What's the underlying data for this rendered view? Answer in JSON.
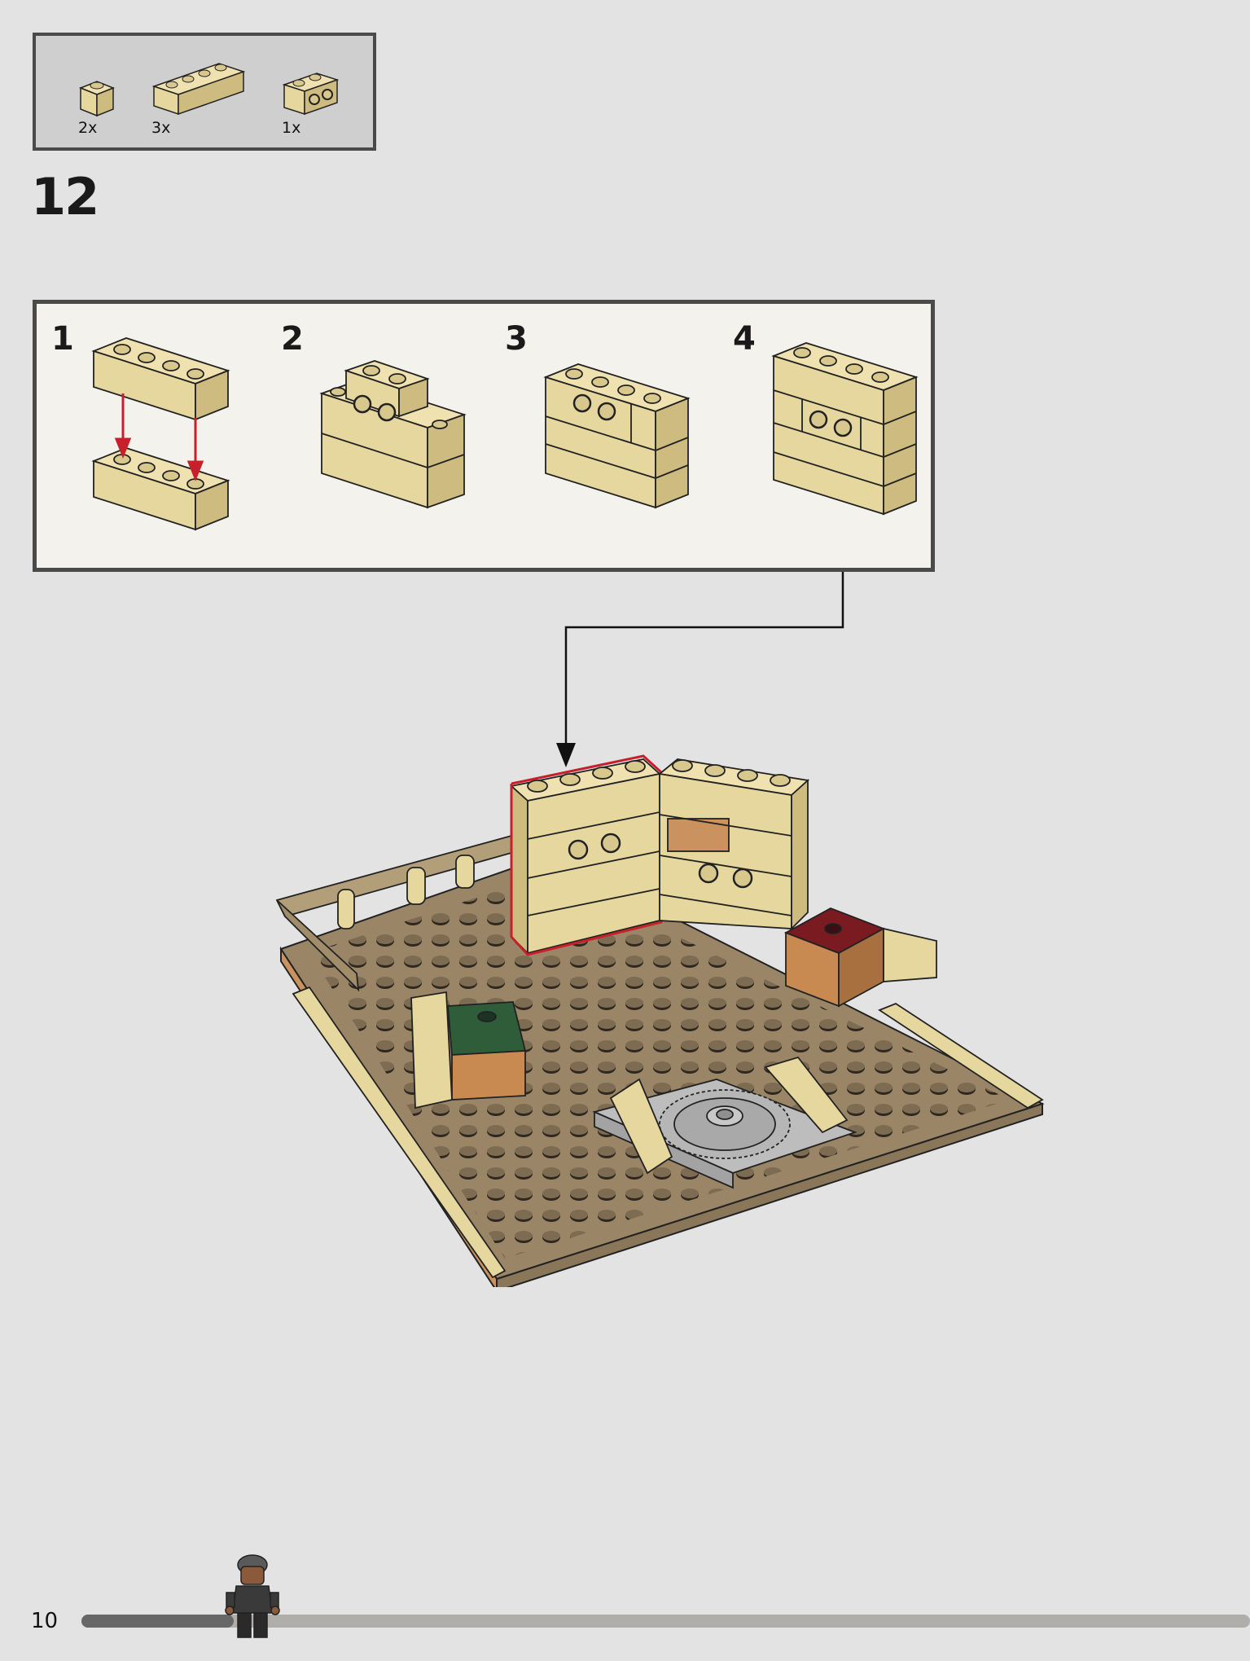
{
  "parts": [
    {
      "name": "brick-1x1",
      "qty": "2x"
    },
    {
      "name": "brick-1x4",
      "qty": "3x"
    },
    {
      "name": "brick-1x2-studs-on-side",
      "qty": "1x"
    }
  ],
  "step": {
    "number": "12"
  },
  "substeps": [
    "1",
    "2",
    "3",
    "4"
  ],
  "page": {
    "number": "10"
  },
  "progress": {
    "fraction": 0.13
  },
  "colors": {
    "tan": "#e6d79f",
    "tan_dark": "#c8b67a",
    "baseplate": "#9a8567",
    "stud": "#3a3025",
    "dark_green": "#2f5d3a",
    "dark_red": "#7a1b22",
    "orange_brown": "#c98a52",
    "grey": "#a9a9a9",
    "highlight": "#c8202a"
  }
}
